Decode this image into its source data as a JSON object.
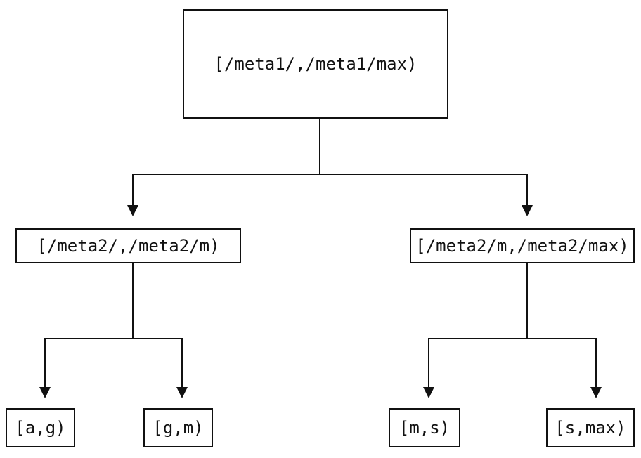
{
  "tree": {
    "root": {
      "label": "[/meta1/,/meta1/max)"
    },
    "children": [
      {
        "label": "[/meta2/,/meta2/m)"
      },
      {
        "label": "[/meta2/m,/meta2/max)"
      }
    ],
    "leaves": [
      {
        "label": "[a,g)"
      },
      {
        "label": "[g,m)"
      },
      {
        "label": "[m,s)"
      },
      {
        "label": "[s,max)"
      }
    ],
    "colors": {
      "line": "#111111",
      "text": "#111111",
      "background": "#ffffff"
    },
    "icons": {
      "arrowhead": "down-triangle"
    }
  }
}
